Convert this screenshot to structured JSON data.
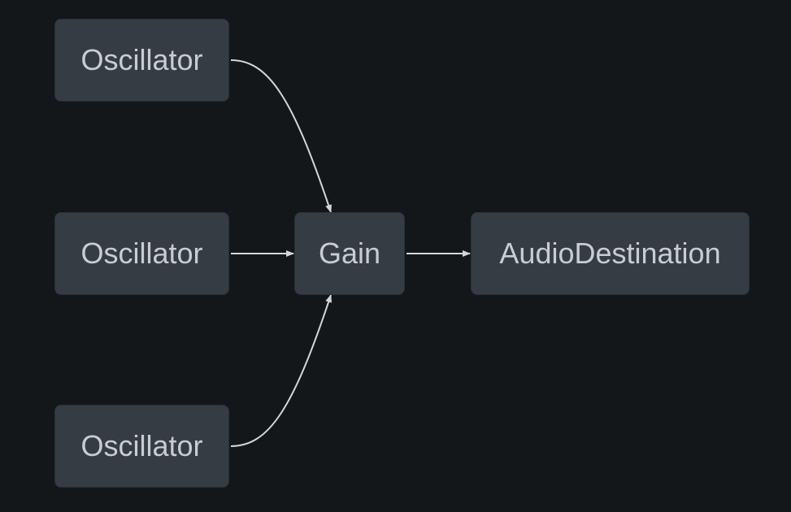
{
  "diagram": {
    "background": "#14171a",
    "node_fill": "#363c44",
    "text_color": "#c9ccd1",
    "edge_color": "#d3d6da",
    "nodes": [
      {
        "id": "osc-1",
        "label": "Oscillator"
      },
      {
        "id": "osc-2",
        "label": "Oscillator"
      },
      {
        "id": "osc-3",
        "label": "Oscillator"
      },
      {
        "id": "gain",
        "label": "Gain"
      },
      {
        "id": "dest",
        "label": "AudioDestination"
      }
    ],
    "edges": [
      {
        "from": "osc-1",
        "to": "gain"
      },
      {
        "from": "osc-2",
        "to": "gain"
      },
      {
        "from": "osc-3",
        "to": "gain"
      },
      {
        "from": "gain",
        "to": "dest"
      }
    ]
  }
}
